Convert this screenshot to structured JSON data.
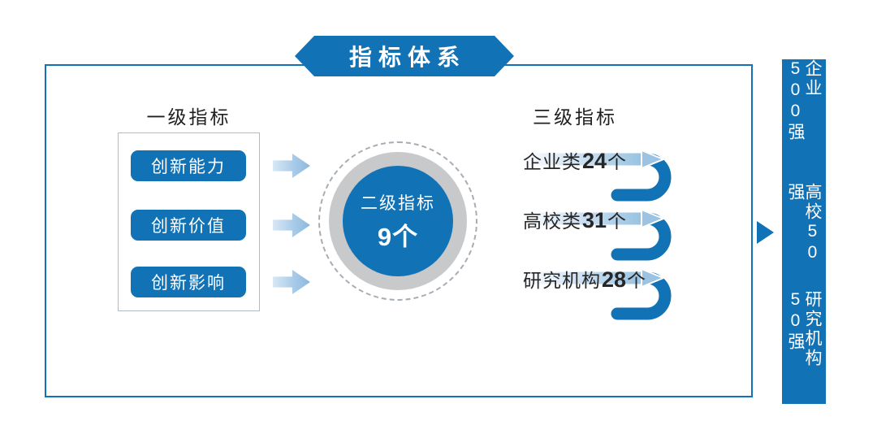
{
  "banner": {
    "title": "指标体系"
  },
  "level1": {
    "heading": "一级指标",
    "items": [
      "创新能力",
      "创新价值",
      "创新影响"
    ]
  },
  "level2": {
    "label": "二级指标",
    "count": "9个"
  },
  "level3": {
    "heading": "三级指标",
    "items": [
      {
        "label": "企业类",
        "number": "24",
        "unit": "个"
      },
      {
        "label": "高校类",
        "number": "31",
        "unit": "个"
      },
      {
        "label": "研究机构",
        "number": "28",
        "unit": "个"
      }
    ]
  },
  "sidebar": {
    "items": [
      "企业500强",
      "高校50强",
      "研究机构50强"
    ]
  },
  "colors": {
    "primary": "#1272b6",
    "light_blue": "#a9cbe8",
    "ring_gray": "#c7c9cb"
  }
}
